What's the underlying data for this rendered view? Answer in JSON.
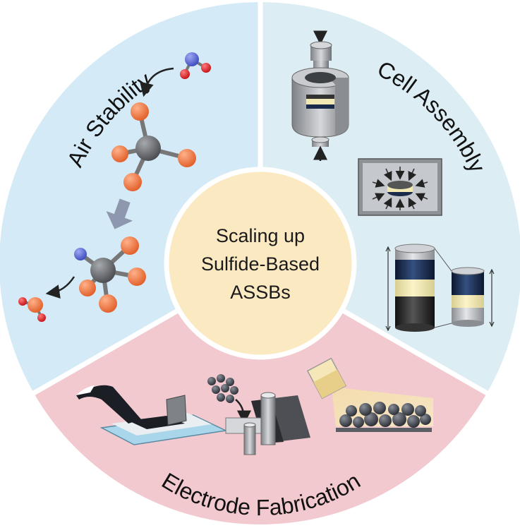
{
  "center": {
    "line1": "Scaling up",
    "line2": "Sulfide-Based",
    "line3": "ASSBs"
  },
  "segments": {
    "air_stability": {
      "label": "Air Stability"
    },
    "cell_assembly": {
      "label": "Cell Assembly"
    },
    "electrode_fabrication": {
      "label": "Electrode Fabrication"
    }
  },
  "colors": {
    "air_stability_fill": "#d4ebf7",
    "cell_assembly_fill": "#dceef4",
    "electrode_fabrication_fill": "#f2c9cf",
    "center_fill": "#fbe9c2",
    "atom_orange": "#ec6f3a",
    "atom_grey": "#6b6d70",
    "atom_blue": "#5f6fd6",
    "atom_red": "#e3262b",
    "arrow_grey": "#8d97ad",
    "electrode_dark": "#1a2a4a",
    "electrode_cream": "#f1e8b3"
  }
}
